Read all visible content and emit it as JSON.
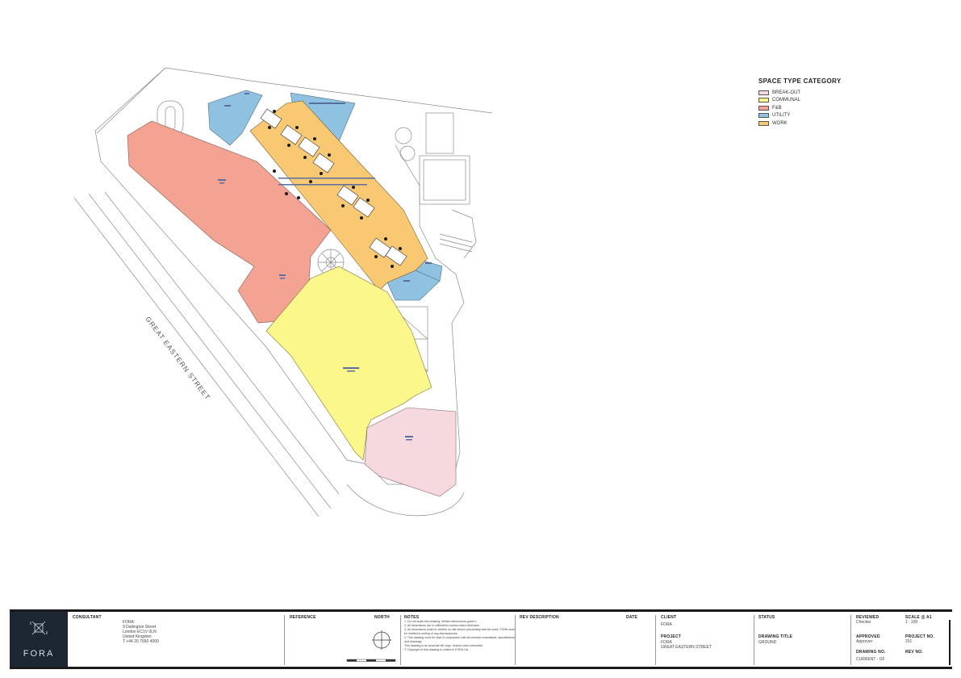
{
  "legend": {
    "title": "SPACE TYPE CATEGORY",
    "items": [
      {
        "label": "BREAK-OUT",
        "color": "#f6d9df"
      },
      {
        "label": "COMMUNAL",
        "color": "#fbf78a"
      },
      {
        "label": "F&B",
        "color": "#f4a291"
      },
      {
        "label": "UTILITY",
        "color": "#8ec2e0"
      },
      {
        "label": "WORK",
        "color": "#f8c873"
      }
    ]
  },
  "colors": {
    "breakout": "#f6d9df",
    "communal": "#fbf78a",
    "fnb": "#f4a291",
    "utility": "#8ec2e0",
    "work": "#f8c873",
    "linework": "#8a8a8a",
    "logo_bg": "#1c2733"
  },
  "plan": {
    "street_label": "GREAT EASTERN STREET"
  },
  "titleblock": {
    "logo_text": "FORA",
    "consultant": {
      "heading": "CONSULTANT",
      "lines": [
        "FORA",
        "9 Dallington Street",
        "London EC1V 0LN",
        "United Kingdom",
        "T +44 20 7650 4000"
      ]
    },
    "reference": {
      "heading": "REFERENCE"
    },
    "north": {
      "heading": "NORTH"
    },
    "notes": {
      "heading": "NOTES",
      "items": [
        "1.  Do not scale this drawing. Written dimensions govern.",
        "2.  All dimensions are in millimetres unless noted otherwise.",
        "3.  All dimensions shall be verified on site before proceeding with the work. FORA shall be notified in writing of any discrepancies.",
        "4.  This drawing must be read in conjunction with all relevant consultants, specifications and drawings.",
        "     This drawing is an accurate file copy. Unless noted otherwise.",
        "     © Copyright of this drawing is vested in FORA Ltd."
      ]
    },
    "rev_description": {
      "heading": "REV  DESCRIPTION"
    },
    "date": {
      "heading": "DATE"
    },
    "client": {
      "heading": "CLIENT",
      "value": "FORA"
    },
    "project": {
      "heading": "PROJECT",
      "value1": "FORA",
      "value2": "GREAT EASTERN STREET"
    },
    "status": {
      "heading": "STATUS"
    },
    "drawing_title": {
      "heading": "DRAWING TITLE",
      "value": "GROUND"
    },
    "reviewed": {
      "heading": "REVIEWED",
      "value": "Checker"
    },
    "scale": {
      "heading": "SCALE @ A1",
      "value": "1 : 100"
    },
    "approved": {
      "heading": "APPROVED",
      "value": "Approver"
    },
    "project_no": {
      "heading": "PROJECT NO.",
      "value": "201"
    },
    "drawing_no": {
      "heading": "DRAWING NO.",
      "value": "CURRENT - GF"
    },
    "rev_no": {
      "heading": "REV NO."
    }
  }
}
